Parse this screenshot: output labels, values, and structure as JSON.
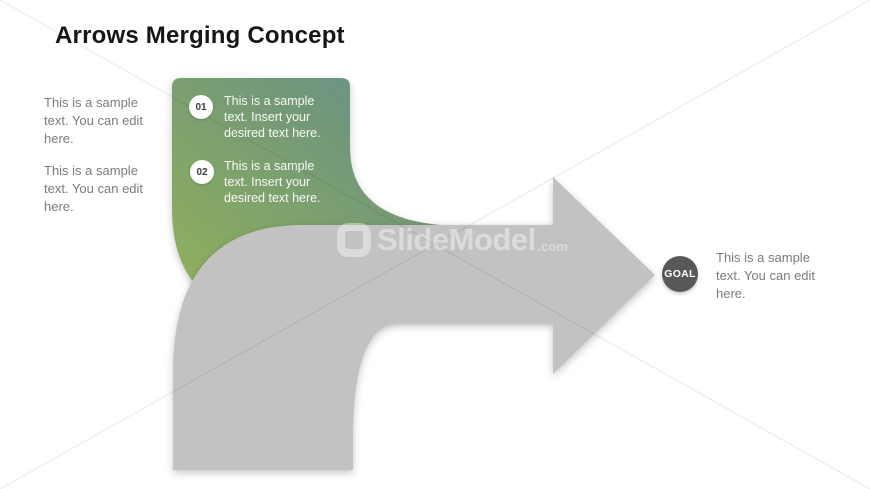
{
  "slide": {
    "title": "Arrows Merging Concept"
  },
  "left_notes": [
    {
      "text": "This is a sample text. You can edit here."
    },
    {
      "text": "This is a sample text. You can edit here."
    }
  ],
  "steps": [
    {
      "number": "01",
      "text": "This is a sample text. Insert your desired text here."
    },
    {
      "number": "02",
      "text": "This is a sample text. Insert your desired text here."
    }
  ],
  "goal": {
    "label": "GOAL",
    "text": "This is a sample text. You can edit here."
  },
  "watermark": {
    "brand": "SlideModel",
    "suffix": ".com"
  },
  "colors": {
    "green_gradient_start": "#8fb05c",
    "green_gradient_mid": "#739878",
    "green_gradient_end": "#5b909c",
    "arrow_gray": "#c2c2c2",
    "goal_circle": "#58585a",
    "body_text_gray": "#7c7c7c",
    "title_black": "#161616",
    "step_badge_bg": "#ffffff",
    "step_badge_text": "#3e3e3e"
  }
}
